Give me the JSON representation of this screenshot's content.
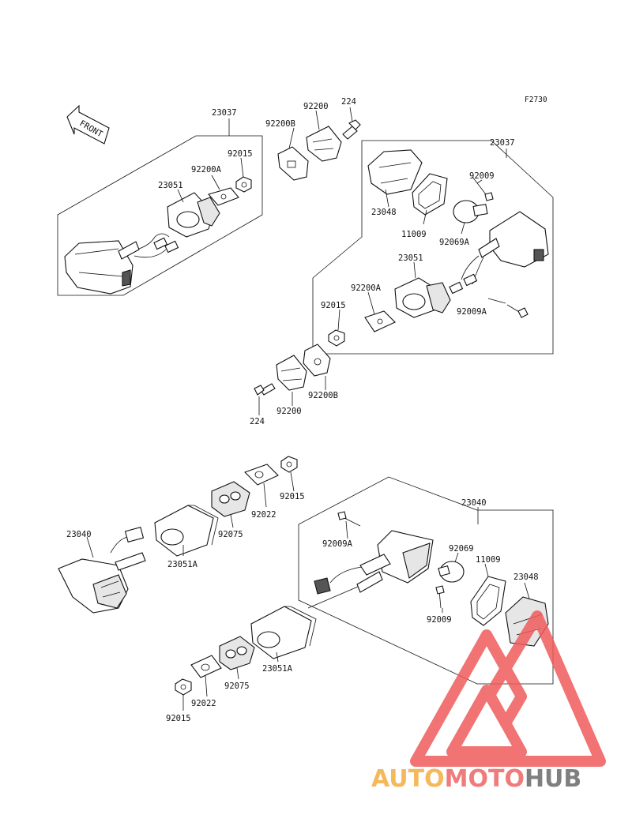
{
  "figure_code": "F2730",
  "front_arrow": "FRONT",
  "labels": {
    "tr_23037": "23037",
    "tr_92200": "92200",
    "tr_224": "224",
    "tr_92200B": "92200B",
    "tr_92015": "92015",
    "tr_92200A": "92200A",
    "tr_23051": "23051",
    "r_23037": "23037",
    "r_92009": "92009",
    "r_23048": "23048",
    "r_11009": "11009",
    "r_92069A": "92069A",
    "r_23051": "23051",
    "r_92200A": "92200A",
    "r_92015": "92015",
    "r_92009A": "92009A",
    "r_92200B": "92200B",
    "r_224": "224",
    "r_92200": "92200",
    "b_23040_l": "23040",
    "b_23051A_l": "23051A",
    "b_92075_t": "92075",
    "b_92022_t": "92022",
    "b_92015_t": "92015",
    "b_23040_r": "23040",
    "b_92009A": "92009A",
    "b_92069": "92069",
    "b_11009": "11009",
    "b_23048": "23048",
    "b_92009": "92009",
    "b_23051A_b": "23051A",
    "b_92075_b": "92075",
    "b_92022_b": "92022",
    "b_92015_b": "92015"
  },
  "watermark": {
    "part1": "AUTO",
    "part2": "MOTO",
    "part3": "HUB",
    "color1": "#f5b85a",
    "color2": "#ef7b7b",
    "color3": "#7f7f7f",
    "logo_color": "#ee5a5a"
  }
}
